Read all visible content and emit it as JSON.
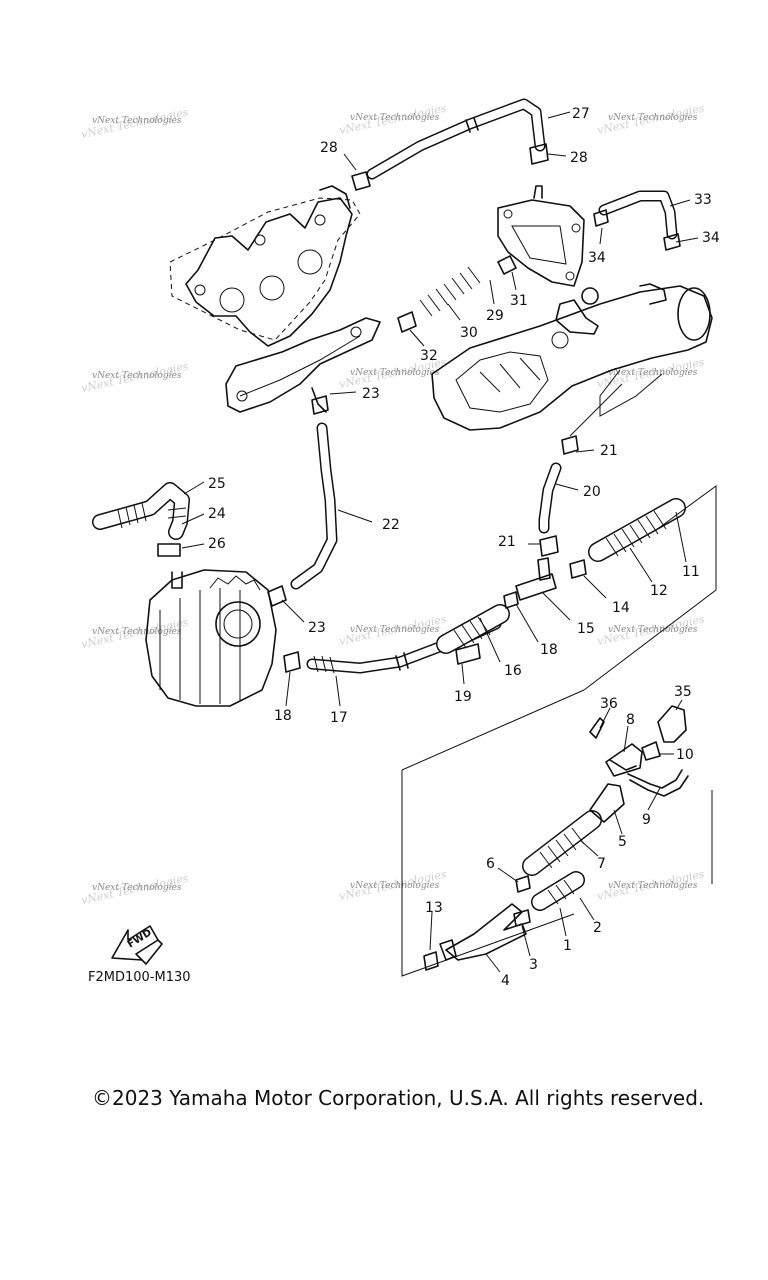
{
  "diagram": {
    "drawing_code": "F2MD100-M130",
    "fwd_label": "FWD",
    "watermark": "vNext Technologies",
    "copyright": "©2023 Yamaha Motor Corporation, U.S.A. All rights reserved.",
    "callouts": [
      "1",
      "2",
      "3",
      "4",
      "5",
      "6",
      "7",
      "8",
      "9",
      "10",
      "11",
      "12",
      "13",
      "14",
      "15",
      "16",
      "17",
      "18",
      "19",
      "20",
      "21",
      "22",
      "23",
      "24",
      "25",
      "26",
      "27",
      "28",
      "29",
      "30",
      "31",
      "32",
      "33",
      "34",
      "35",
      "36"
    ]
  }
}
